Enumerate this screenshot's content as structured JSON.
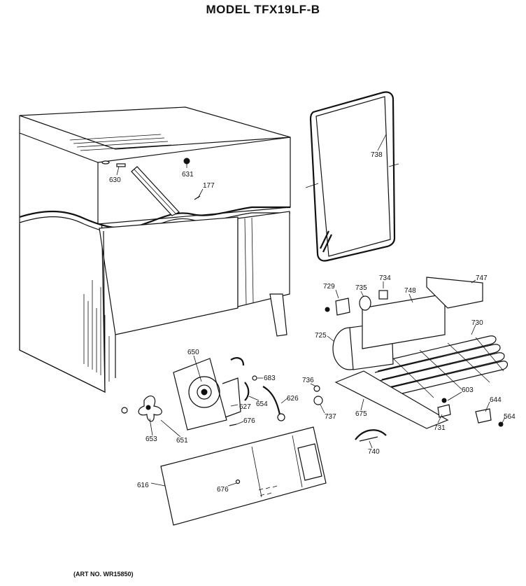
{
  "title": "MODEL TFX19LF-B",
  "art_number": "(ART NO. WR15850)",
  "part_labels": {
    "p630": "630",
    "p631": "631",
    "p177": "177",
    "p738": "738",
    "p729": "729",
    "p735": "735",
    "p734": "734",
    "p748": "748",
    "p747": "747",
    "p725": "725",
    "p730": "730",
    "p650": "650",
    "p683": "683",
    "p654": "654",
    "p626": "626",
    "p627": "627",
    "p676a": "676",
    "p653": "653",
    "p651": "651",
    "p736": "736",
    "p737": "737",
    "p675": "675",
    "p603": "603",
    "p644": "644",
    "p564": "564",
    "p731": "731",
    "p740": "740",
    "p616": "616",
    "p676b": "676"
  }
}
